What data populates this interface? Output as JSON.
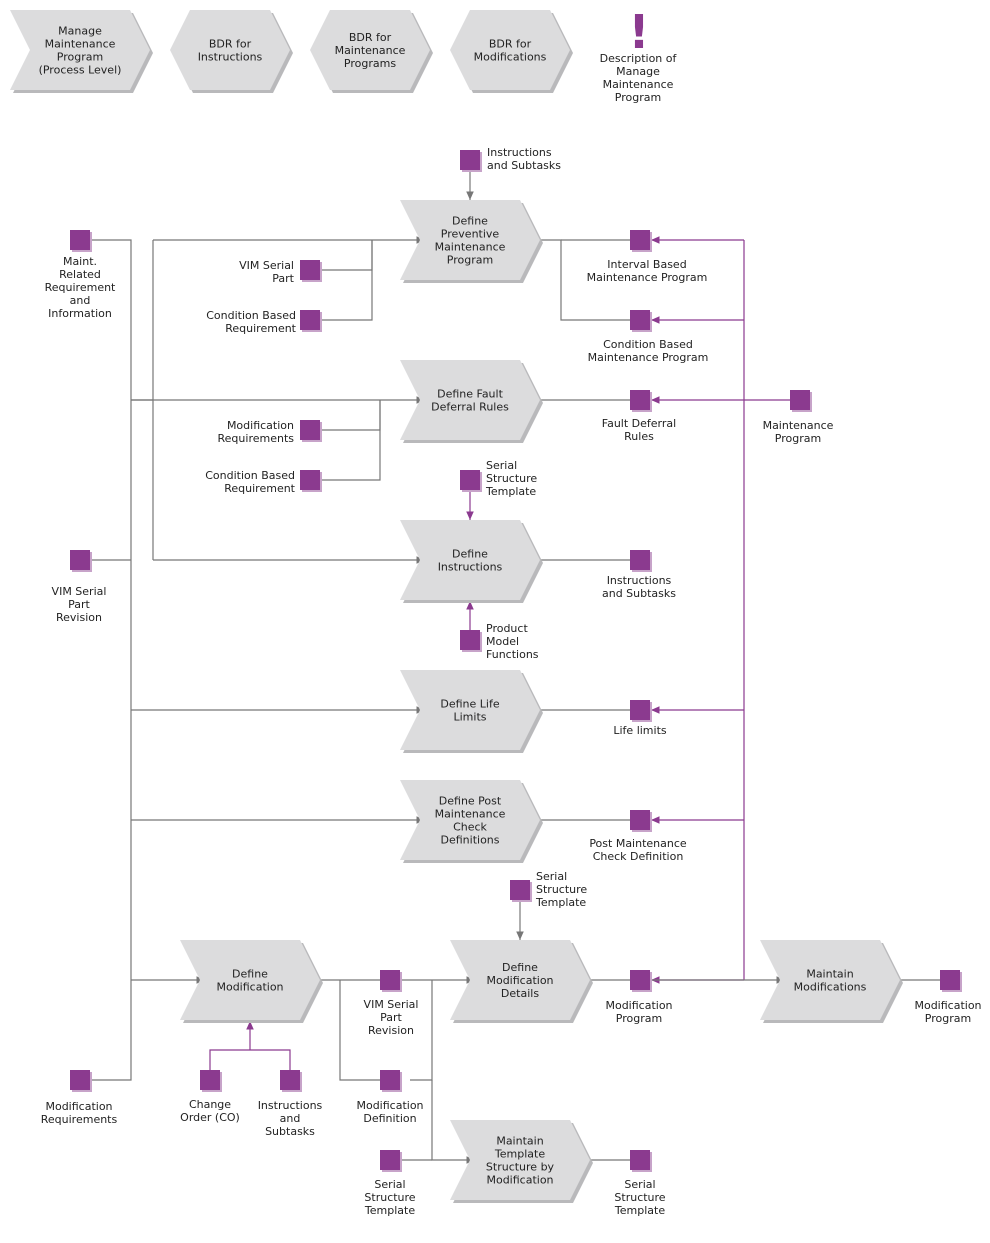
{
  "colors": {
    "process_fill": "#dcdcdd",
    "process_shadow": "#b9b9bb",
    "object_fill": "#8b3a8f",
    "line_gray": "#777777",
    "line_purple": "#8b3a8f",
    "alert": "#8b3a8f"
  },
  "header": {
    "items": [
      {
        "id": "h1",
        "lines": [
          "Manage",
          "Maintenance",
          "Program",
          "(Process Level)"
        ]
      },
      {
        "id": "h2",
        "lines": [
          "BDR for",
          "Instructions"
        ]
      },
      {
        "id": "h3",
        "lines": [
          "BDR for",
          "Maintenance",
          "Programs"
        ]
      },
      {
        "id": "h4",
        "lines": [
          "BDR for",
          "Modifications"
        ]
      }
    ],
    "alert_icon": "exclamation-icon",
    "alert_mark": "!",
    "alert_lines": [
      "Description of",
      "Manage",
      "Maintenance",
      "Program"
    ]
  },
  "processes": [
    {
      "id": "p_prev",
      "lines": [
        "Define",
        "Preventive",
        "Maintenance",
        "Program"
      ]
    },
    {
      "id": "p_fault",
      "lines": [
        "Define Fault",
        "Deferral Rules"
      ]
    },
    {
      "id": "p_instr",
      "lines": [
        "Define",
        "Instructions"
      ]
    },
    {
      "id": "p_life",
      "lines": [
        "Define Life",
        "Limits"
      ]
    },
    {
      "id": "p_post",
      "lines": [
        "Define Post",
        "Maintenance",
        "Check",
        "Definitions"
      ]
    },
    {
      "id": "p_mod",
      "lines": [
        "Define",
        "Modification"
      ]
    },
    {
      "id": "p_moddet",
      "lines": [
        "Define",
        "Modification",
        "Details"
      ]
    },
    {
      "id": "p_maintmod",
      "lines": [
        "Maintain",
        "Modifications"
      ]
    },
    {
      "id": "p_template",
      "lines": [
        "Maintain",
        "Template",
        "Structure by",
        "Modification"
      ]
    }
  ],
  "objects": [
    {
      "id": "o_instr_top",
      "lines": [
        "Instructions",
        "and Subtasks"
      ]
    },
    {
      "id": "o_maint_req",
      "lines": [
        "Maint.",
        "Related",
        "Requirement",
        "and",
        "Information"
      ]
    },
    {
      "id": "o_vim_part",
      "lines": [
        "VIM Serial",
        "Part"
      ]
    },
    {
      "id": "o_cond_req1",
      "lines": [
        "Condition Based",
        "Requirement"
      ]
    },
    {
      "id": "o_interval",
      "lines": [
        "Interval Based",
        "Maintenance Program"
      ]
    },
    {
      "id": "o_cond_prog",
      "lines": [
        "Condition Based",
        "Maintenance Program"
      ]
    },
    {
      "id": "o_mod_req1",
      "lines": [
        "Modification",
        "Requirements"
      ]
    },
    {
      "id": "o_cond_req2",
      "lines": [
        "Condition Based",
        "Requirement"
      ]
    },
    {
      "id": "o_fault_rules",
      "lines": [
        "Fault Deferral",
        "Rules"
      ]
    },
    {
      "id": "o_maint_prog",
      "lines": [
        "Maintenance",
        "Program"
      ]
    },
    {
      "id": "o_sst1",
      "lines": [
        "Serial",
        "Structure",
        "Template"
      ]
    },
    {
      "id": "o_vim_rev1",
      "lines": [
        "VIM Serial",
        "Part",
        "Revision"
      ]
    },
    {
      "id": "o_instr_out",
      "lines": [
        "Instructions",
        "and Subtasks"
      ]
    },
    {
      "id": "o_pmf",
      "lines": [
        "Product",
        "Model",
        "Functions"
      ]
    },
    {
      "id": "o_life",
      "lines": [
        "Life limits"
      ]
    },
    {
      "id": "o_post_check",
      "lines": [
        "Post Maintenance",
        "Check Definition"
      ]
    },
    {
      "id": "o_sst2",
      "lines": [
        "Serial",
        "Structure",
        "Template"
      ]
    },
    {
      "id": "o_vim_rev2",
      "lines": [
        "VIM Serial",
        "Part",
        "Revision"
      ]
    },
    {
      "id": "o_mod_prog1",
      "lines": [
        "Modification",
        "Program"
      ]
    },
    {
      "id": "o_mod_prog2",
      "lines": [
        "Modification",
        "Program"
      ]
    },
    {
      "id": "o_mod_req2",
      "lines": [
        "Modification",
        "Requirements"
      ]
    },
    {
      "id": "o_co",
      "lines": [
        "Change",
        "Order (CO)"
      ]
    },
    {
      "id": "o_instr_bot",
      "lines": [
        "Instructions",
        "and",
        "Subtasks"
      ]
    },
    {
      "id": "o_mod_def",
      "lines": [
        "Modification",
        "Definition"
      ]
    },
    {
      "id": "o_sst3",
      "lines": [
        "Serial",
        "Structure",
        "Template"
      ]
    },
    {
      "id": "o_sst4",
      "lines": [
        "Serial",
        "Structure",
        "Template"
      ]
    }
  ]
}
